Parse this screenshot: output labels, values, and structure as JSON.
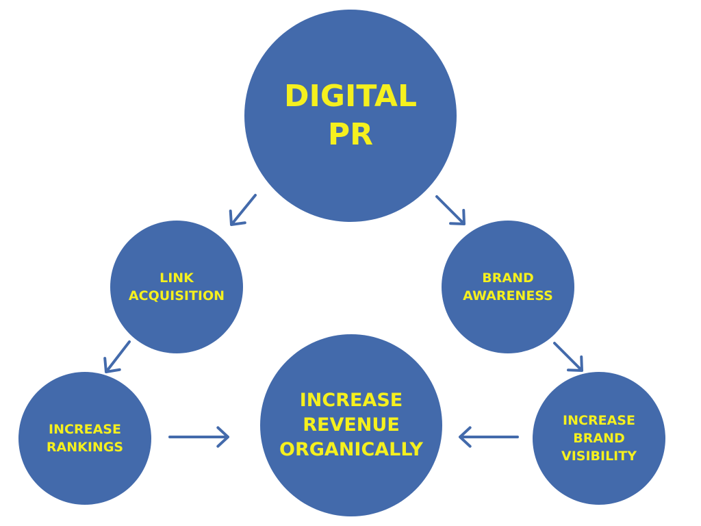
{
  "colors": {
    "circle_fill": "#436aab",
    "text": "#f5f01e",
    "arrow": "#436aab",
    "background": "#ffffff"
  },
  "nodes": {
    "digital_pr": {
      "lines": [
        "DIGITAL",
        "PR"
      ]
    },
    "link_acquisition": {
      "lines": [
        "LINK",
        "ACQUISITION"
      ]
    },
    "brand_awareness": {
      "lines": [
        "BRAND",
        "AWARENESS"
      ]
    },
    "increase_rankings": {
      "lines": [
        "INCREASE",
        "RANKINGS"
      ]
    },
    "increase_revenue": {
      "lines": [
        "INCREASE",
        "REVENUE",
        "ORGANICALLY"
      ]
    },
    "increase_brand_visibility": {
      "lines": [
        "INCREASE",
        "BRAND",
        "VISIBILITY"
      ]
    }
  },
  "edges": [
    {
      "from": "digital_pr",
      "to": "link_acquisition"
    },
    {
      "from": "digital_pr",
      "to": "brand_awareness"
    },
    {
      "from": "link_acquisition",
      "to": "increase_rankings"
    },
    {
      "from": "brand_awareness",
      "to": "increase_brand_visibility"
    },
    {
      "from": "increase_rankings",
      "to": "increase_revenue"
    },
    {
      "from": "increase_brand_visibility",
      "to": "increase_revenue"
    }
  ]
}
